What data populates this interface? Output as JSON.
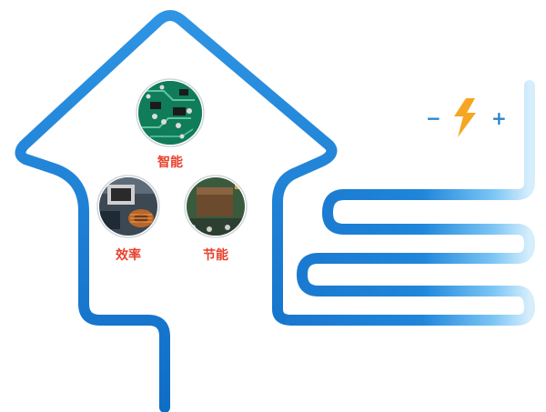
{
  "labels": {
    "smart": "智能",
    "efficiency": "效率",
    "energy_saving": "节能"
  },
  "power_indicator": {
    "minus": "−",
    "plus": "+",
    "icon": "lightning-bolt-icon"
  },
  "colors": {
    "pipe": "#1679d2",
    "pipe_light": "#4fb0ef",
    "label": "#e8402b",
    "bolt": "#f5a623",
    "sign": "#2b83c9"
  },
  "components": [
    {
      "name": "circuit-board",
      "label_key": "smart"
    },
    {
      "name": "inductor-coil",
      "label_key": "efficiency"
    },
    {
      "name": "power-module",
      "label_key": "energy_saving"
    }
  ]
}
